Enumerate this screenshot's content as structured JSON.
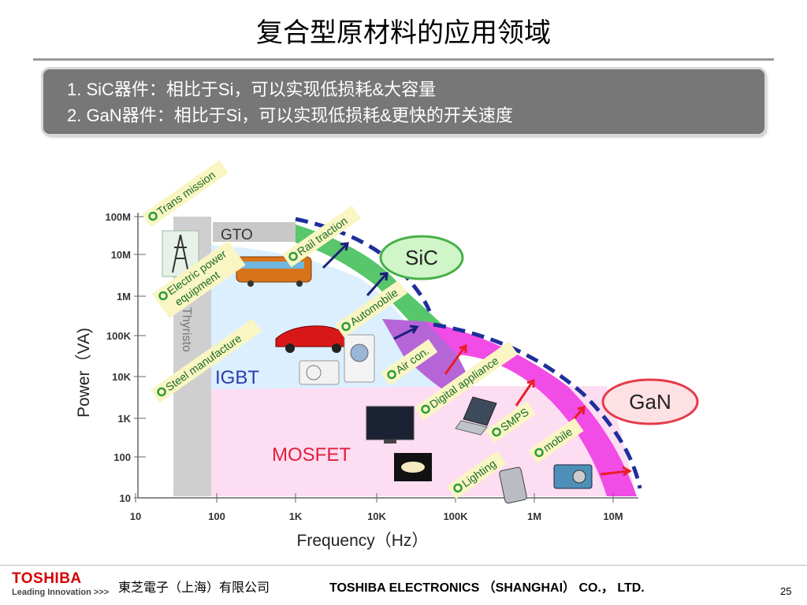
{
  "title": "复合型原材料的应用领域",
  "banner": {
    "line1": "1. SiC器件：相比于Si，可以实现低损耗&大容量",
    "line2": "2. GaN器件：相比于Si，可以实现低损耗&更快的开关速度"
  },
  "diagram": {
    "y_axis_label": "Power（VA)",
    "x_axis_label": "Frequency（Hz）",
    "y_ticks": [
      "100M",
      "10M",
      "1M",
      "100K",
      "10K",
      "1K",
      "100",
      "10"
    ],
    "x_ticks": [
      "10",
      "100",
      "1K",
      "10K",
      "100K",
      "1M",
      "10M"
    ],
    "regions": {
      "gto": "GTO",
      "thyristor": "Thyristo",
      "igbt": "IGBT",
      "mosfet": "MOSFET",
      "sic": "SiC",
      "gan": "GaN"
    },
    "applications": {
      "trans_mission": "Trans mission",
      "electric_power": "Electric power",
      "equipment": "equipment",
      "rail_traction": "Rail traction",
      "automobile": "Automobile",
      "steel_manufacture": "Steel manufacture",
      "air_con": "Air con.",
      "digital_appliance": "Digital appliance",
      "smps": "SMPS",
      "mobile": "mobile",
      "lighting": "Lighting"
    },
    "colors": {
      "igbt_region": "#dbefff",
      "mosfet_region": "#fdddf2",
      "sic_band": "#58c66a",
      "gan_band": "#f24ce6",
      "overlap_region": "#b565d8",
      "boundary": "#1e2f9c",
      "label_box": "#f9f6c4"
    }
  },
  "footer": {
    "brand": "TOSHIBA",
    "tagline": "Leading Innovation >>>",
    "company_cn": "東芝電子（上海）有限公司",
    "company_en": "TOSHIBA ELECTRONICS （SHANGHAI） CO.， LTD.",
    "page": "25"
  }
}
